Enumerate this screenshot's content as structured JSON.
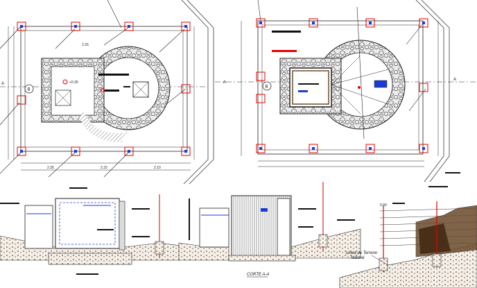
{
  "colors": {
    "line": "#1a1a1a",
    "marker": "#e00000",
    "accent_blue": "#1a3bd6",
    "soil": "#6b4a2a",
    "stone": "#dcdcdc"
  },
  "plan_left": {
    "dims_bottom": [
      "2.35",
      "2.15",
      "2.10"
    ],
    "dims_top": [
      "2.25"
    ],
    "elev_mark": "+0.35",
    "section_mark": "A",
    "callout": "B"
  },
  "plan_right": {
    "section_mark": "A",
    "callout": "B"
  },
  "section_left": {
    "caption": ""
  },
  "section_mid": {
    "caption": "CORTE A-A"
  },
  "section_right": {
    "ground_label_line1": "Linea de Terreno",
    "ground_label_line2": "Natural",
    "level_mark": "0.00"
  }
}
